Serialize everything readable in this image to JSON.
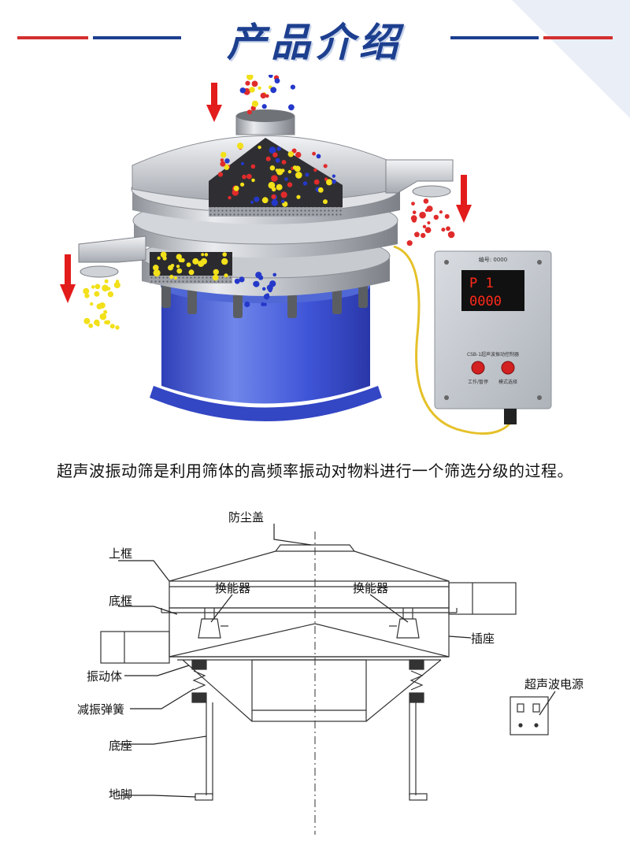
{
  "header": {
    "title": "产品介绍"
  },
  "product_panel": {
    "serial_label": "编号: 0000",
    "display_line1": "P 1",
    "display_line2": "0000",
    "panel_label": "CSB-1超声波振动控制器",
    "button1_label": "工作/暂停",
    "button2_label": "模式选择"
  },
  "caption": "超声波振动筛是利用筛体的高频率振动对物料进行一个筛选分级的过程。",
  "diagram": {
    "labels": {
      "dust_cover": "防尘盖",
      "upper_frame": "上框",
      "transducer_left": "换能器",
      "transducer_right": "换能器",
      "bottom_frame": "底框",
      "socket": "插座",
      "vibrating_body": "振动体",
      "ultrasonic_power": "超声波电源",
      "damping_spring": "减振弹簧",
      "base": "底座",
      "foot": "地脚"
    }
  },
  "colors": {
    "title": "#1d3f8f",
    "line_red": "#d32f2f",
    "line_blue": "#1d3f8f",
    "arrow": "#e21b1b",
    "base_blue": "#3f55d8",
    "display_red": "#ff2a1a"
  }
}
